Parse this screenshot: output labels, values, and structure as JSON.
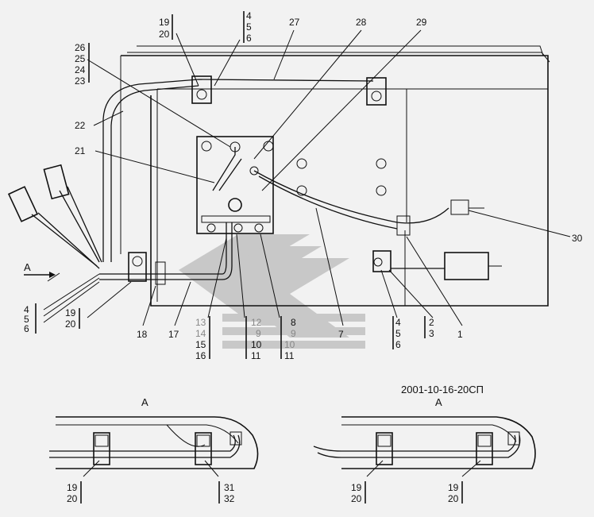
{
  "drawing_code": "2001-10-16-20СП",
  "view_label": "A",
  "callouts": {
    "c19_20_top": [
      "19",
      "20"
    ],
    "c4_5_6_top": [
      "4",
      "5",
      "6"
    ],
    "c27": "27",
    "c28": "28",
    "c29": "29",
    "c26_23": [
      "26",
      "25",
      "24",
      "23"
    ],
    "c22": "22",
    "c21": "21",
    "c30": "30",
    "arrow_a": "A",
    "c4_5_6_left": [
      "4",
      "5",
      "6"
    ],
    "c19_20_left": [
      "19",
      "20"
    ],
    "c18": "18",
    "c17": "17",
    "col13": [
      "13",
      "14",
      "15",
      "16"
    ],
    "col12": [
      "12",
      "9",
      "10",
      "11"
    ],
    "col8": [
      "8",
      "9",
      "10",
      "11"
    ],
    "c7": "7",
    "c4_5_6_right": [
      "4",
      "5",
      "6"
    ],
    "c2_3": [
      "2",
      "3"
    ],
    "c1": "1",
    "view1_a": [
      "19",
      "20"
    ],
    "view1_b": [
      "31",
      "32"
    ],
    "view2_a": [
      "19",
      "20"
    ],
    "view2_b": [
      "19",
      "20"
    ]
  }
}
